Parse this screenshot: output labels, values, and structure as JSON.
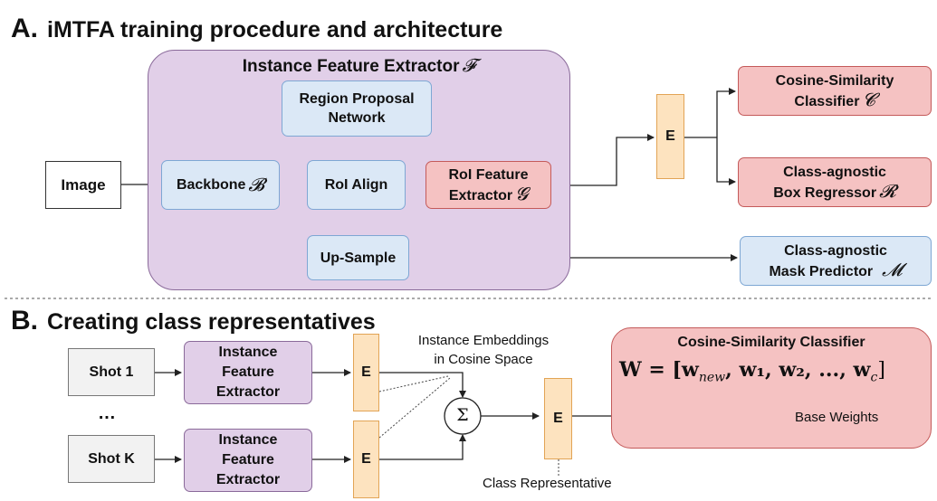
{
  "section_a": {
    "letter": "A.",
    "title": "iMTFA training procedure and architecture",
    "extractor_title": "Instance Feature Extractor",
    "extractor_symbol": "𝓕",
    "image": "Image",
    "backbone": "Backbone",
    "backbone_symbol": "𝓑",
    "rpn_line1": "Region Proposal",
    "rpn_line2": "Network",
    "roi_align": "RoI Align",
    "roi_feat_line1": "RoI Feature",
    "roi_feat_line2": "Extractor",
    "roi_feat_symbol": "𝓖",
    "upsample": "Up-Sample",
    "e_label": "E",
    "cos_line1": "Cosine-Similarity",
    "cos_line2": "Classifier",
    "cos_symbol": "𝓒",
    "box_line1": "Class-agnostic",
    "box_line2": "Box Regressor",
    "box_symbol": "𝓡",
    "mask_line1": "Class-agnostic",
    "mask_line2": "Mask Predictor",
    "mask_symbol": "𝓜"
  },
  "section_b": {
    "letter": "B.",
    "title": "Creating class representatives",
    "shot1": "Shot 1",
    "dots": "…",
    "shotk": "Shot K",
    "ife_line1": "Instance",
    "ife_line2": "Feature",
    "ife_line3": "Extractor",
    "e_label": "E",
    "embed_line1": "Instance Embeddings",
    "embed_line2": "in Cosine Space",
    "sum_symbol": "Σ",
    "class_rep": "Class Representative",
    "cos_title": "Cosine-Similarity Classifier",
    "formula_lhs": "W = [",
    "formula_new": "w",
    "formula_new_sub": "new",
    "formula_rest": ", w₁, w₂, ..., w",
    "formula_rest_sub": "c",
    "formula_close": "]",
    "base_weights": "Base Weights"
  },
  "colors": {
    "blue_fill": "#dbe8f6",
    "red_fill": "#f5c2c2",
    "purple_fill": "#e1cfe8",
    "orange_fill": "#fde3bf"
  }
}
